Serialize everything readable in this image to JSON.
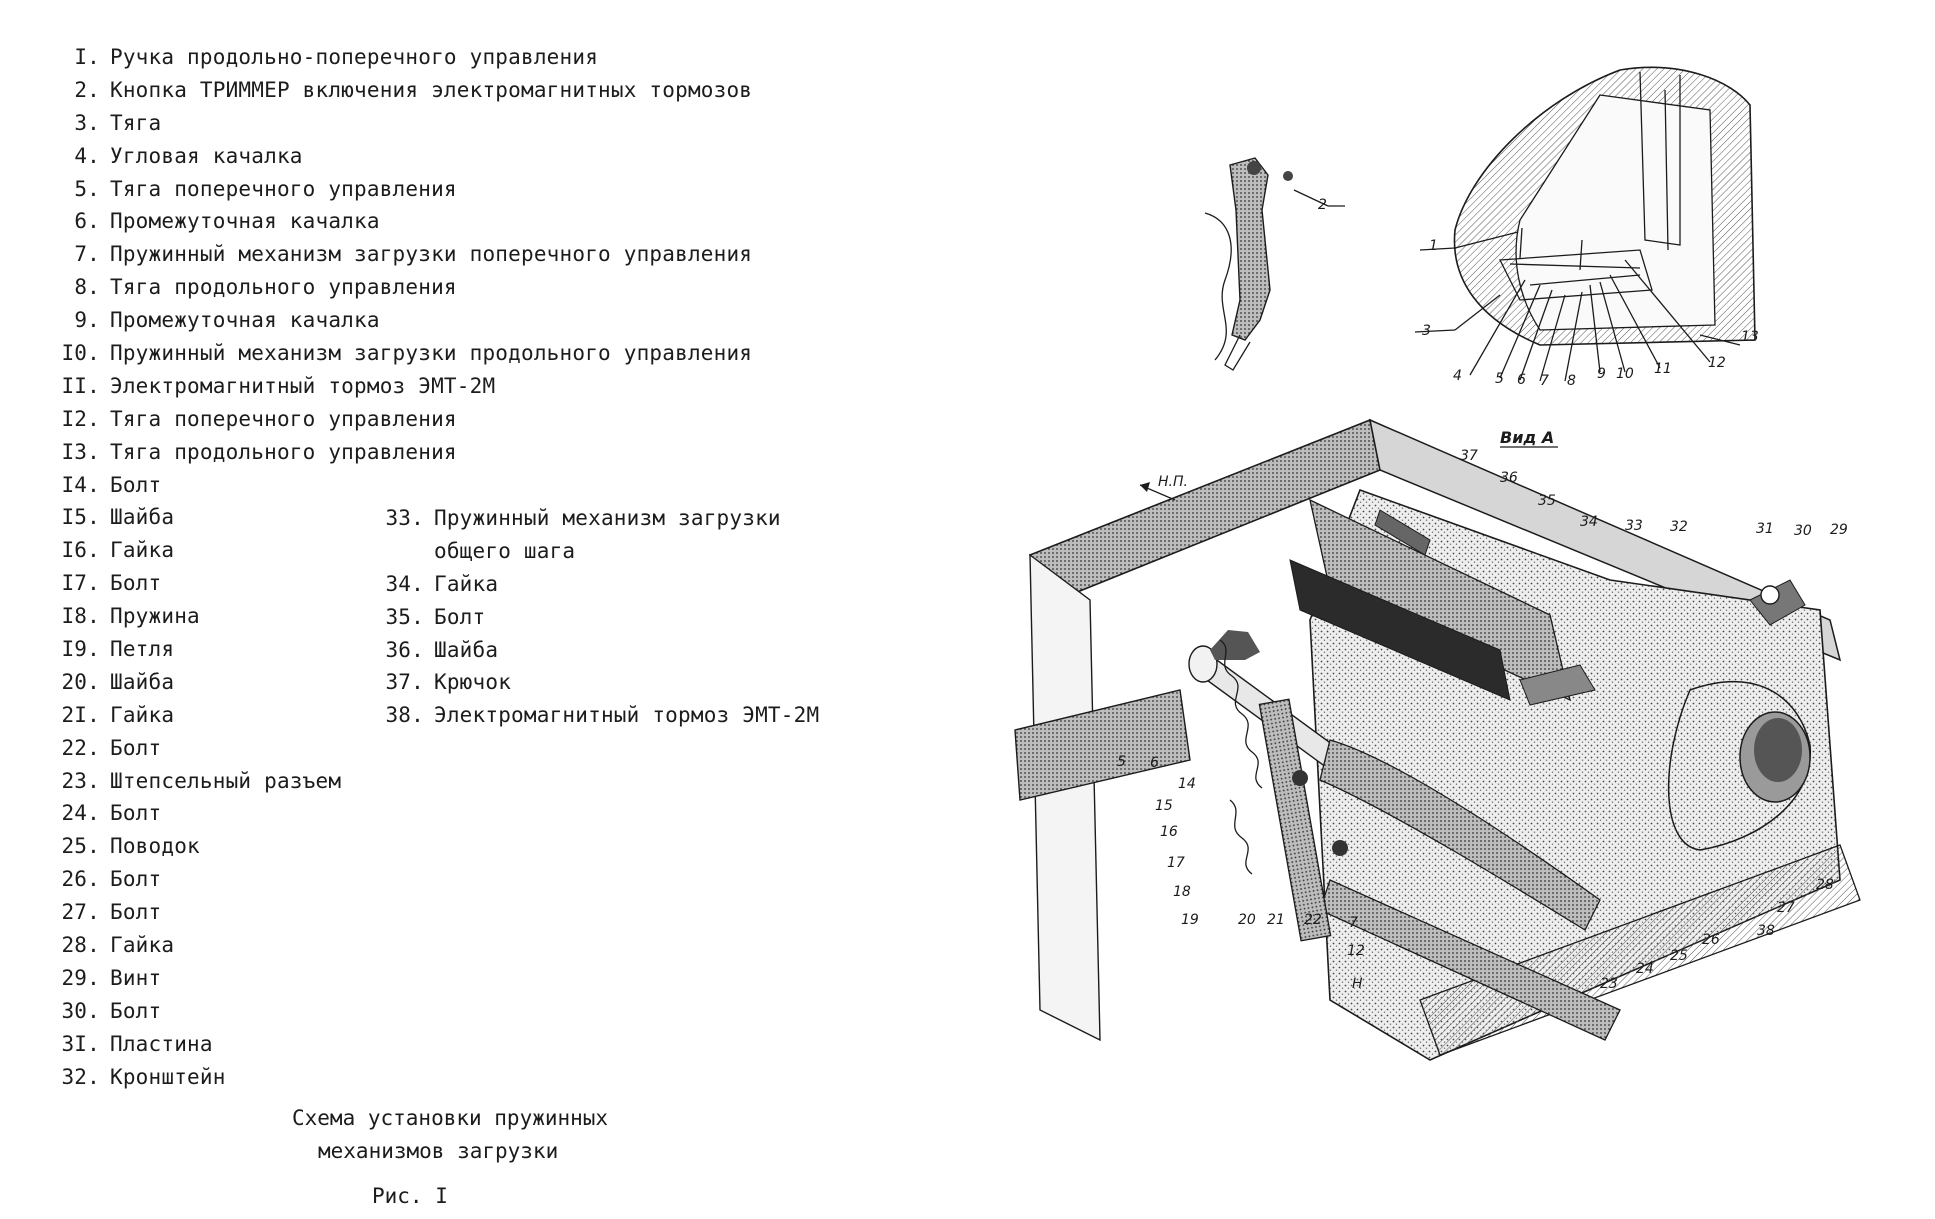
{
  "legend": [
    {
      "num": "I.",
      "text": "Ручка продольно-поперечного управления"
    },
    {
      "num": "2.",
      "text": "Кнопка ТРИММЕР включения электромагнитных тормозов"
    },
    {
      "num": "3.",
      "text": "Тяга"
    },
    {
      "num": "4.",
      "text": "Угловая качалка"
    },
    {
      "num": "5.",
      "text": "Тяга поперечного управления"
    },
    {
      "num": "6.",
      "text": "Промежуточная качалка"
    },
    {
      "num": "7.",
      "text": "Пружинный механизм загрузки поперечного управления"
    },
    {
      "num": "8.",
      "text": "Тяга продольного управления"
    },
    {
      "num": "9.",
      "text": "Промежуточная качалка"
    },
    {
      "num": "I0.",
      "text": "Пружинный механизм загрузки продольного управления"
    },
    {
      "num": "II.",
      "text": "Электромагнитный тормоз ЭМТ-2М"
    },
    {
      "num": "I2.",
      "text": "Тяга поперечного управления"
    },
    {
      "num": "I3.",
      "text": "Тяга продольного управления"
    },
    {
      "num": "I4.",
      "text": "Болт"
    },
    {
      "num": "I5.",
      "text": "Шайба"
    },
    {
      "num": "I6.",
      "text": "Гайка"
    },
    {
      "num": "I7.",
      "text": "Болт"
    },
    {
      "num": "I8.",
      "text": "Пружина"
    },
    {
      "num": "I9.",
      "text": "Петля"
    },
    {
      "num": "20.",
      "text": "Шайба"
    },
    {
      "num": "2I.",
      "text": "Гайка"
    },
    {
      "num": "22.",
      "text": "Болт"
    },
    {
      "num": "23.",
      "text": "Штепсельный разъем"
    },
    {
      "num": "24.",
      "text": "Болт"
    },
    {
      "num": "25.",
      "text": "Поводок"
    },
    {
      "num": "26.",
      "text": "Болт"
    },
    {
      "num": "27.",
      "text": "Болт"
    },
    {
      "num": "28.",
      "text": "Гайка"
    },
    {
      "num": "29.",
      "text": "Винт"
    },
    {
      "num": "30.",
      "text": "Болт"
    },
    {
      "num": "3I.",
      "text": "Пластина"
    },
    {
      "num": "32.",
      "text": "Кронштейн"
    }
  ],
  "legend_right": [
    {
      "num": "33.",
      "text": "Пружинный механизм загрузки",
      "cont": "общего шага"
    },
    {
      "num": "34.",
      "text": "Гайка"
    },
    {
      "num": "35.",
      "text": "Болт"
    },
    {
      "num": "36.",
      "text": "Шайба"
    },
    {
      "num": "37.",
      "text": "Крючок"
    },
    {
      "num": "38.",
      "text": "Электромагнитный тормоз ЭМТ-2М"
    }
  ],
  "caption": {
    "line1": "Схема установки пружинных",
    "line2": "механизмов загрузки",
    "figure": "Рис. I"
  },
  "figure_labels": {
    "view": "Вид А",
    "direction": "Н.П.",
    "callouts": [
      "1",
      "2",
      "3",
      "4",
      "5",
      "6",
      "7",
      "8",
      "9",
      "10",
      "11",
      "12",
      "13",
      "14",
      "15",
      "16",
      "17",
      "18",
      "19",
      "20",
      "21",
      "22",
      "23",
      "24",
      "25",
      "26",
      "27",
      "28",
      "29",
      "30",
      "31",
      "32",
      "33",
      "34",
      "35",
      "36",
      "37",
      "38",
      "Н"
    ]
  }
}
